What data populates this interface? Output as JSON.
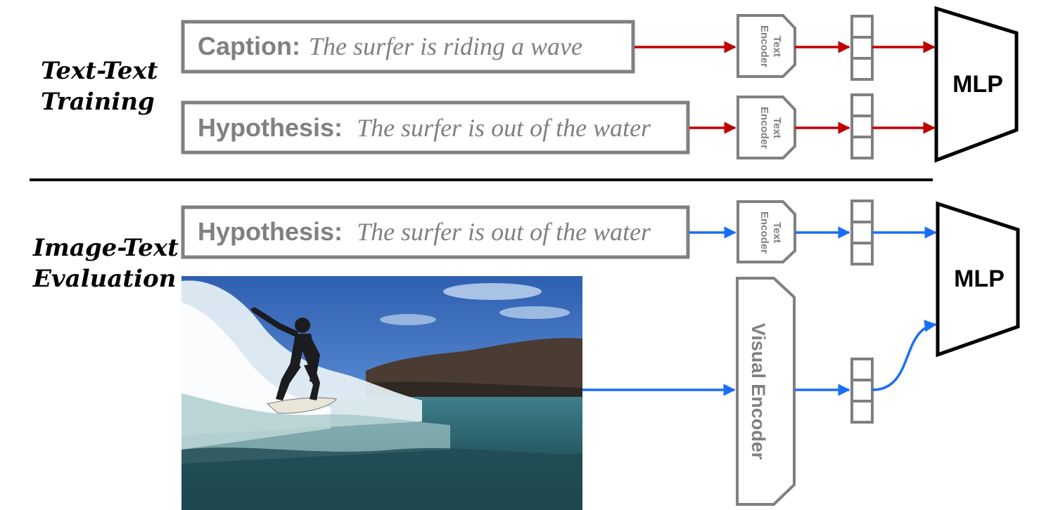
{
  "training": {
    "title_line1": "Text-Text",
    "title_line2": "Training",
    "caption": {
      "label": "Caption:",
      "text": "The surfer is riding a wave"
    },
    "hypothesis": {
      "label": "Hypothesis:",
      "text": "The surfer is out of the water"
    },
    "text_encoder_line1": "Text",
    "text_encoder_line2": "Encoder",
    "mlp_label": "MLP",
    "arrow_color": "#c00000"
  },
  "evaluation": {
    "title_line1": "Image-Text",
    "title_line2": "Evaluation",
    "hypothesis": {
      "label": "Hypothesis:",
      "text": "The surfer is out of the water"
    },
    "text_encoder_line1": "Text",
    "text_encoder_line2": "Encoder",
    "visual_encoder_label": "Visual Encoder",
    "mlp_label": "MLP",
    "image_subject": "surfer riding a wave",
    "arrow_color": "#1a6ef5"
  }
}
